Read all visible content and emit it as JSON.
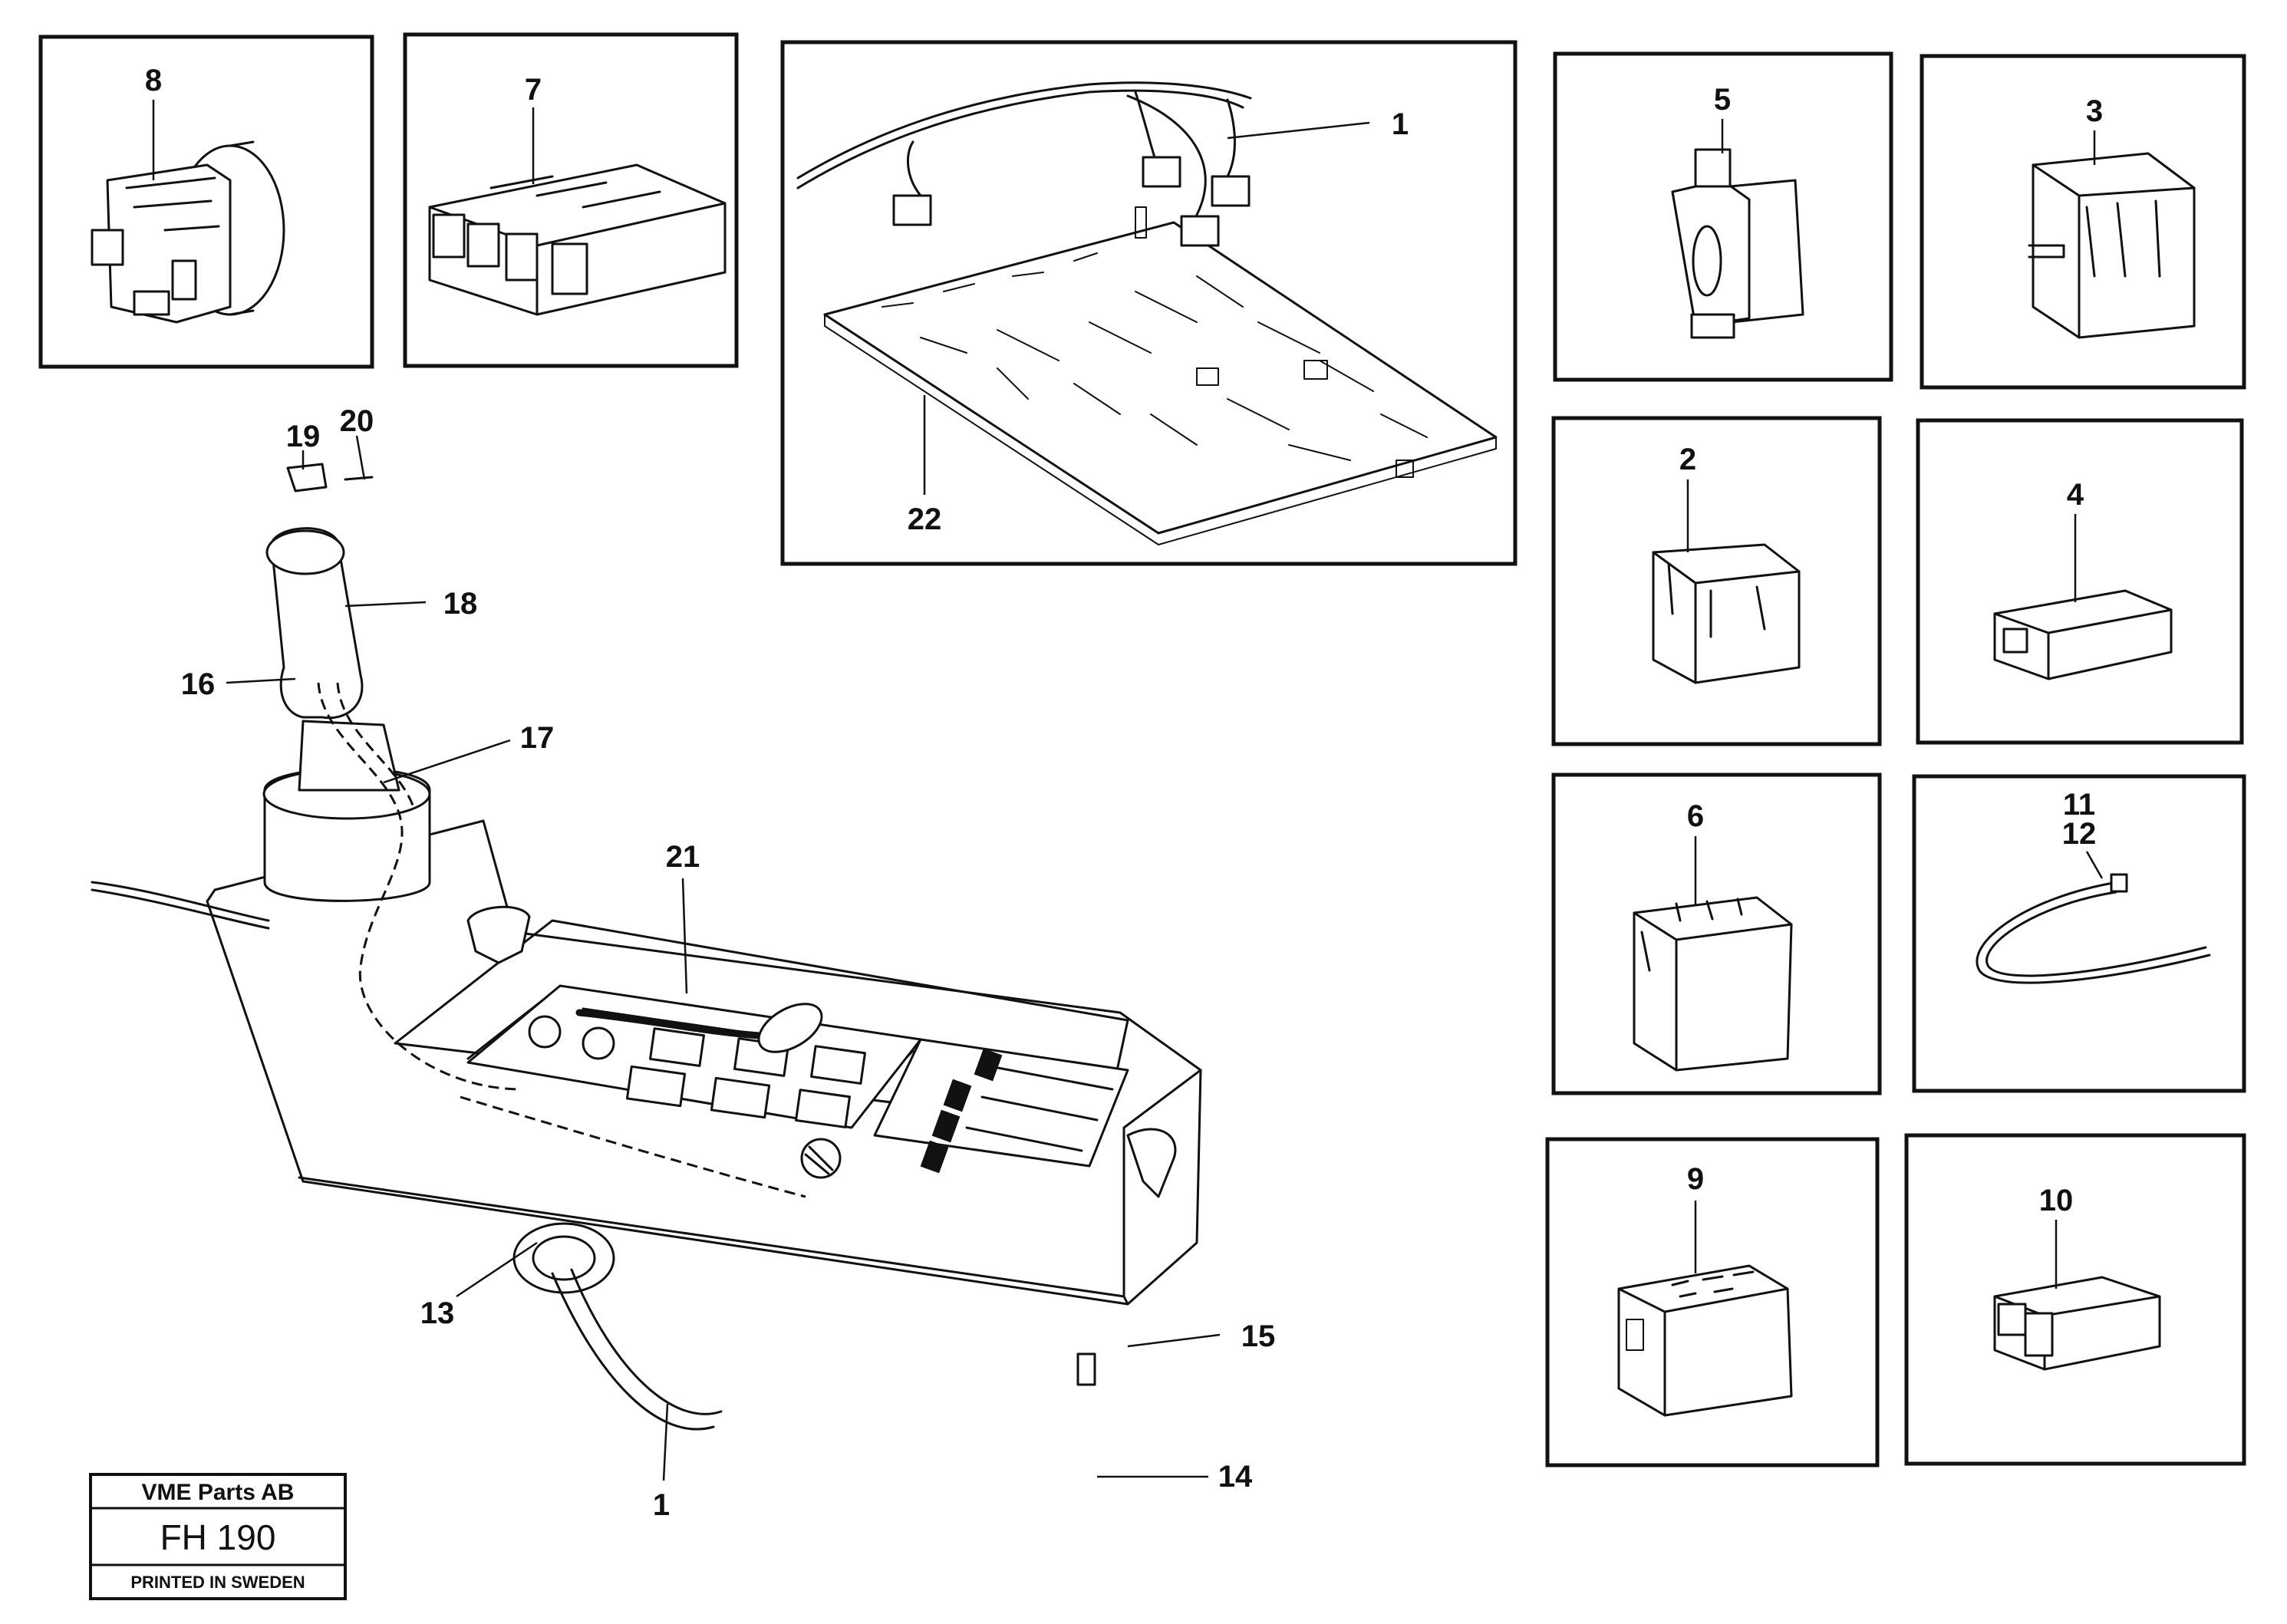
{
  "callouts": {
    "n1_top": "1",
    "n1_bottom": "1",
    "n2": "2",
    "n3": "3",
    "n4": "4",
    "n5": "5",
    "n6": "6",
    "n7": "7",
    "n8": "8",
    "n9": "9",
    "n10": "10",
    "n11": "11",
    "n12": "12",
    "n13": "13",
    "n14": "14",
    "n15": "15",
    "n16": "16",
    "n17": "17",
    "n18": "18",
    "n19": "19",
    "n20": "20",
    "n21": "21",
    "n22": "22"
  },
  "title_block": {
    "company": "VME Parts AB",
    "code": "FH 190",
    "printed": "PRINTED IN SWEDEN"
  }
}
